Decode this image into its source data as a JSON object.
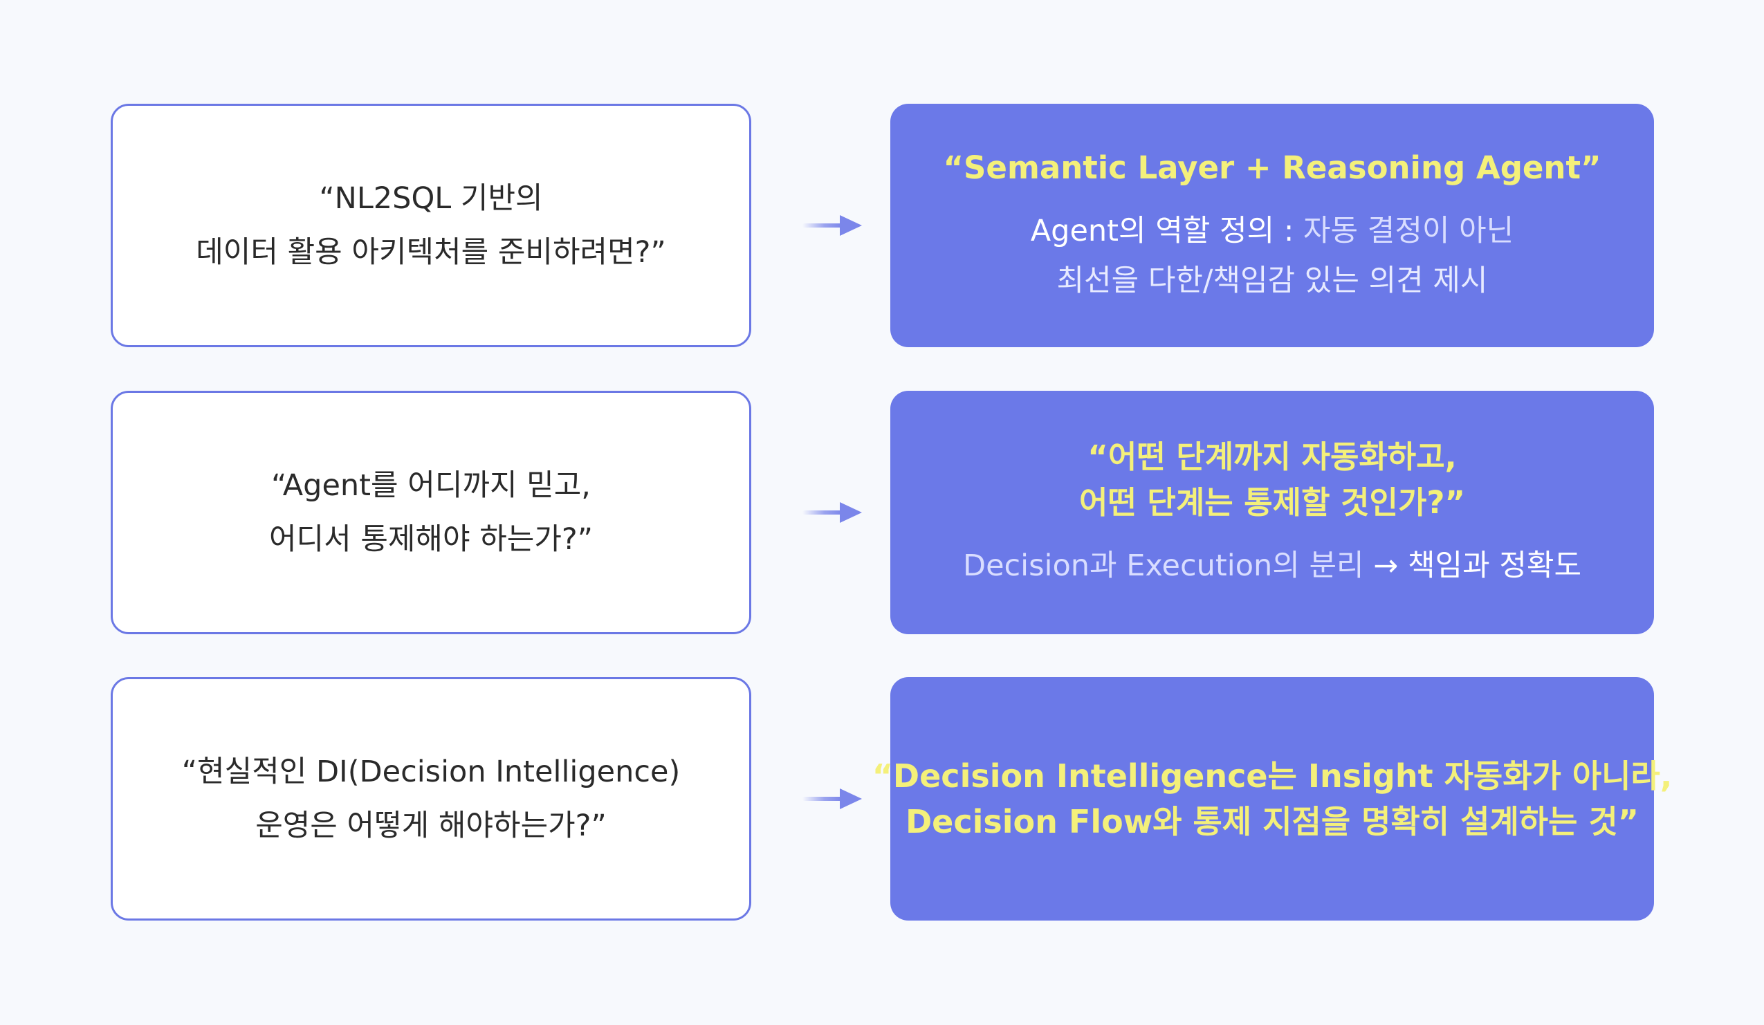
{
  "rows": [
    {
      "question": {
        "line1": "“NL2SQL 기반의",
        "line2": "데이터 활용 아키텍처를 준비하려면?”"
      },
      "answer": {
        "headline": "“Semantic Layer + Reasoning Agent”",
        "detail_line1_strong": "Agent의 역할 정의 :",
        "detail_line1_rest": " 자동 결정이 아닌",
        "detail_line2": "최선을 다한/책임감 있는 의견 제시"
      }
    },
    {
      "question": {
        "line1": "“Agent를 어디까지 믿고,",
        "line2": "어디서 통제해야 하는가?”"
      },
      "answer": {
        "headline_line1": "“어떤 단계까지 자동화하고,",
        "headline_line2": "어떤 단계는 통제할 것인가?”",
        "detail_muted": "Decision과 Execution의 분리 ",
        "detail_strong": "→ 책임과 정확도"
      }
    },
    {
      "question": {
        "line1": "“현실적인 DI(Decision Intelligence)",
        "line2": "운영은 어떻게 해야하는가?”"
      },
      "answer": {
        "headline_line1": "“Decision Intelligence는 Insight 자동화가 아니라,",
        "headline_line2": "Decision Flow와 통제 지점을 명확히 설계하는 것”"
      }
    }
  ],
  "colors": {
    "background": "#f7f9fd",
    "question_border": "#6b78e5",
    "answer_fill": "#6b79e8",
    "headline_text": "#f4f07a",
    "arrow": "#7b86ea"
  },
  "icons": {
    "connector": "arrow-right-icon"
  }
}
